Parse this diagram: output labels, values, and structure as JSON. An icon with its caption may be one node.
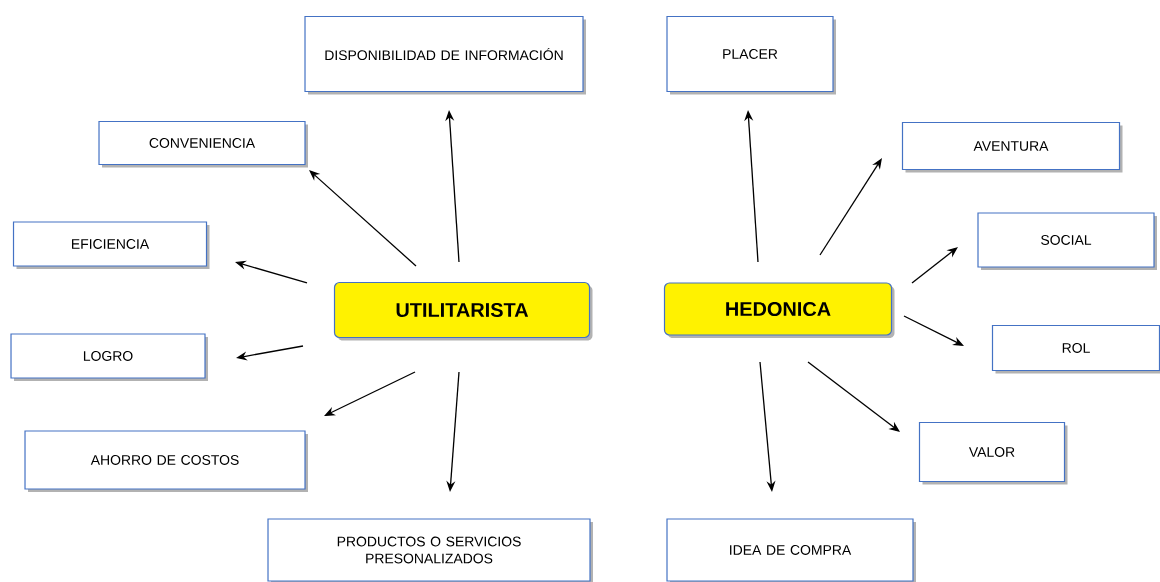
{
  "diagram": {
    "nodes": [
      {
        "text": [
          "UTILITARISTA"
        ]
      },
      {
        "text": [
          "HEDONICA"
        ]
      },
      {
        "text": [
          "DISPONIBILIDAD DE INFORMACIÓN"
        ]
      },
      {
        "text": [
          "CONVENIENCIA"
        ]
      },
      {
        "text": [
          "EFICIENCIA"
        ]
      },
      {
        "text": [
          "LOGRO"
        ]
      },
      {
        "text": [
          "AHORRO DE COSTOS"
        ]
      },
      {
        "text": [
          "PRODUCTOS O SERVICIOS PRESONALIZADOS"
        ]
      },
      {
        "text": [
          "PLACER"
        ]
      },
      {
        "text": [
          "AVENTURA"
        ]
      },
      {
        "text": [
          "SOCIAL"
        ]
      },
      {
        "text": [
          "ROL"
        ]
      },
      {
        "text": [
          "VALOR"
        ]
      },
      {
        "text": [
          "IDEA DE COMPRA"
        ]
      }
    ],
    "edges": [
      {
        "from": 0,
        "to": 2,
        "arrow": "to"
      },
      {
        "from": 0,
        "to": 3,
        "arrow": "to"
      },
      {
        "from": 0,
        "to": 4,
        "arrow": "to"
      },
      {
        "from": 0,
        "to": 5,
        "arrow": "to"
      },
      {
        "from": 0,
        "to": 6,
        "arrow": "to"
      },
      {
        "from": 0,
        "to": 7,
        "arrow": "to"
      },
      {
        "from": 1,
        "to": 8,
        "arrow": "to"
      },
      {
        "from": 1,
        "to": 9,
        "arrow": "to"
      },
      {
        "from": 1,
        "to": 10,
        "arrow": "to"
      },
      {
        "from": 1,
        "to": 11,
        "arrow": "to"
      },
      {
        "from": 1,
        "to": 12,
        "arrow": "to"
      },
      {
        "from": 1,
        "to": 13,
        "arrow": "to"
      }
    ]
  }
}
